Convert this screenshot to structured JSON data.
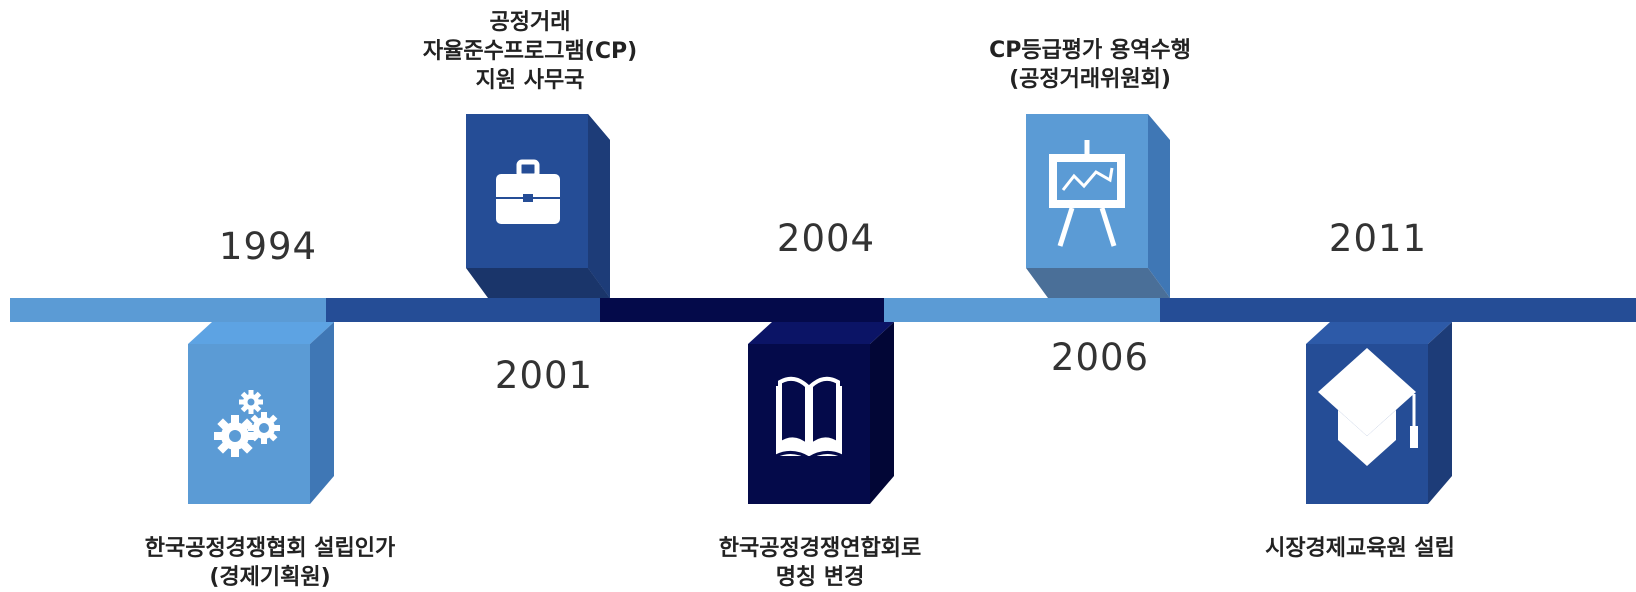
{
  "colors": {
    "light_blue": "#5b9bd5",
    "mid_blue": "#254d96",
    "navy": "#040a4a"
  },
  "milestones": [
    {
      "year": "1994",
      "icon": "gears-icon",
      "lines": [
        "한국공정경쟁협회 설립인가",
        "(경제기획원)"
      ]
    },
    {
      "year": "2001",
      "icon": "briefcase-icon",
      "lines": [
        "공정거래",
        "자율준수프로그램(CP)",
        "지원 사무국"
      ]
    },
    {
      "year": "2004",
      "icon": "open-book-icon",
      "lines": [
        "한국공정경쟁연합회로",
        "명칭 변경"
      ]
    },
    {
      "year": "2006",
      "icon": "presentation-board-icon",
      "lines": [
        "CP등급평가 용역수행",
        "(공정거래위원회)"
      ]
    },
    {
      "year": "2011",
      "icon": "graduation-cap-icon",
      "lines": [
        "시장경제교육원 설립"
      ]
    }
  ]
}
